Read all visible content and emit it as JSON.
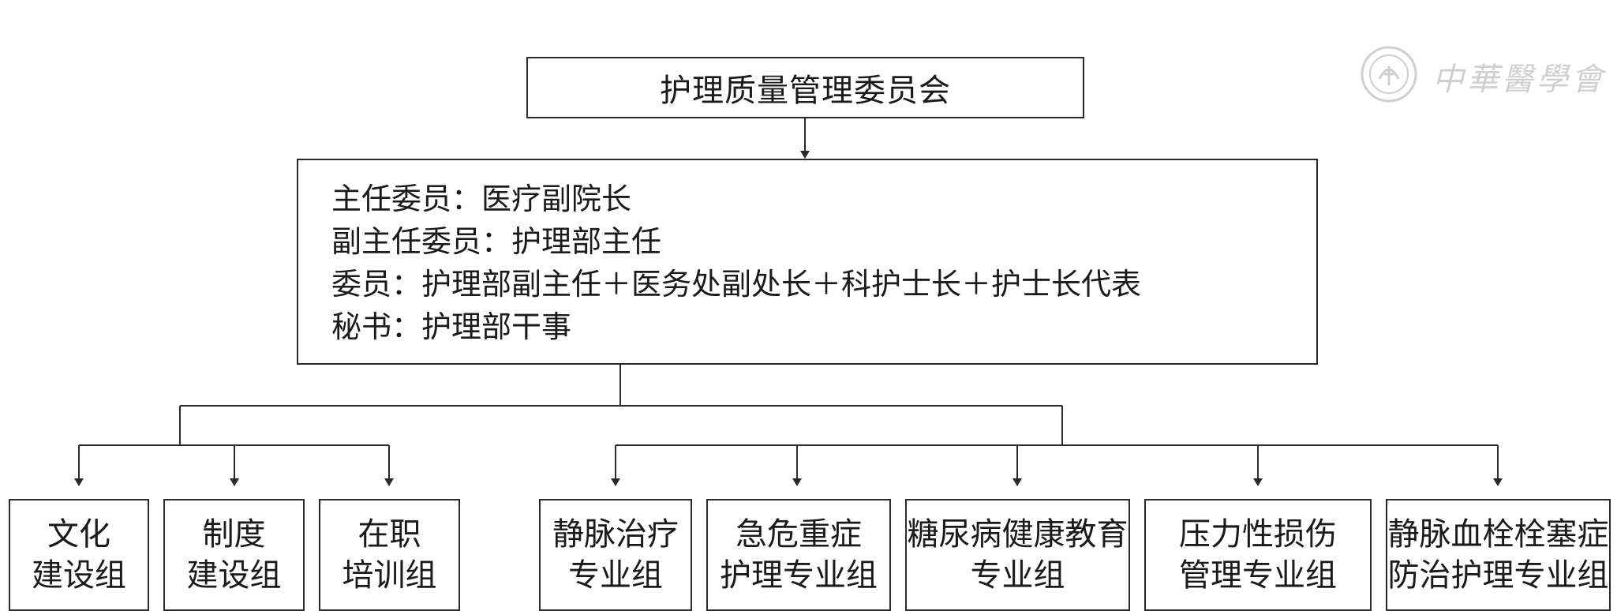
{
  "diagram": {
    "title": "护理质量管理委员会",
    "committee": {
      "line1": "主任委员：医疗副院长",
      "line2": "副主任委员：护理部主任",
      "line3": "委员：护理部副主任＋医务处副处长＋科护士长＋护士长代表",
      "line4": "秘书：护理部干事"
    },
    "groups": [
      {
        "line1": "文化",
        "line2": "建设组"
      },
      {
        "line1": "制度",
        "line2": "建设组"
      },
      {
        "line1": "在职",
        "line2": "培训组"
      },
      {
        "line1": "静脉治疗",
        "line2": "专业组"
      },
      {
        "line1": "急危重症",
        "line2": "护理专业组"
      },
      {
        "line1": "糖尿病健康教育",
        "line2": "专业组"
      },
      {
        "line1": "压力性损伤",
        "line2": "管理专业组"
      },
      {
        "line1": "静脉血栓栓塞症",
        "line2": "防治护理专业组"
      }
    ]
  },
  "watermark": {
    "text": "中華醫學會"
  },
  "colors": {
    "line": "#2a2a2a",
    "background": "#ffffff"
  }
}
